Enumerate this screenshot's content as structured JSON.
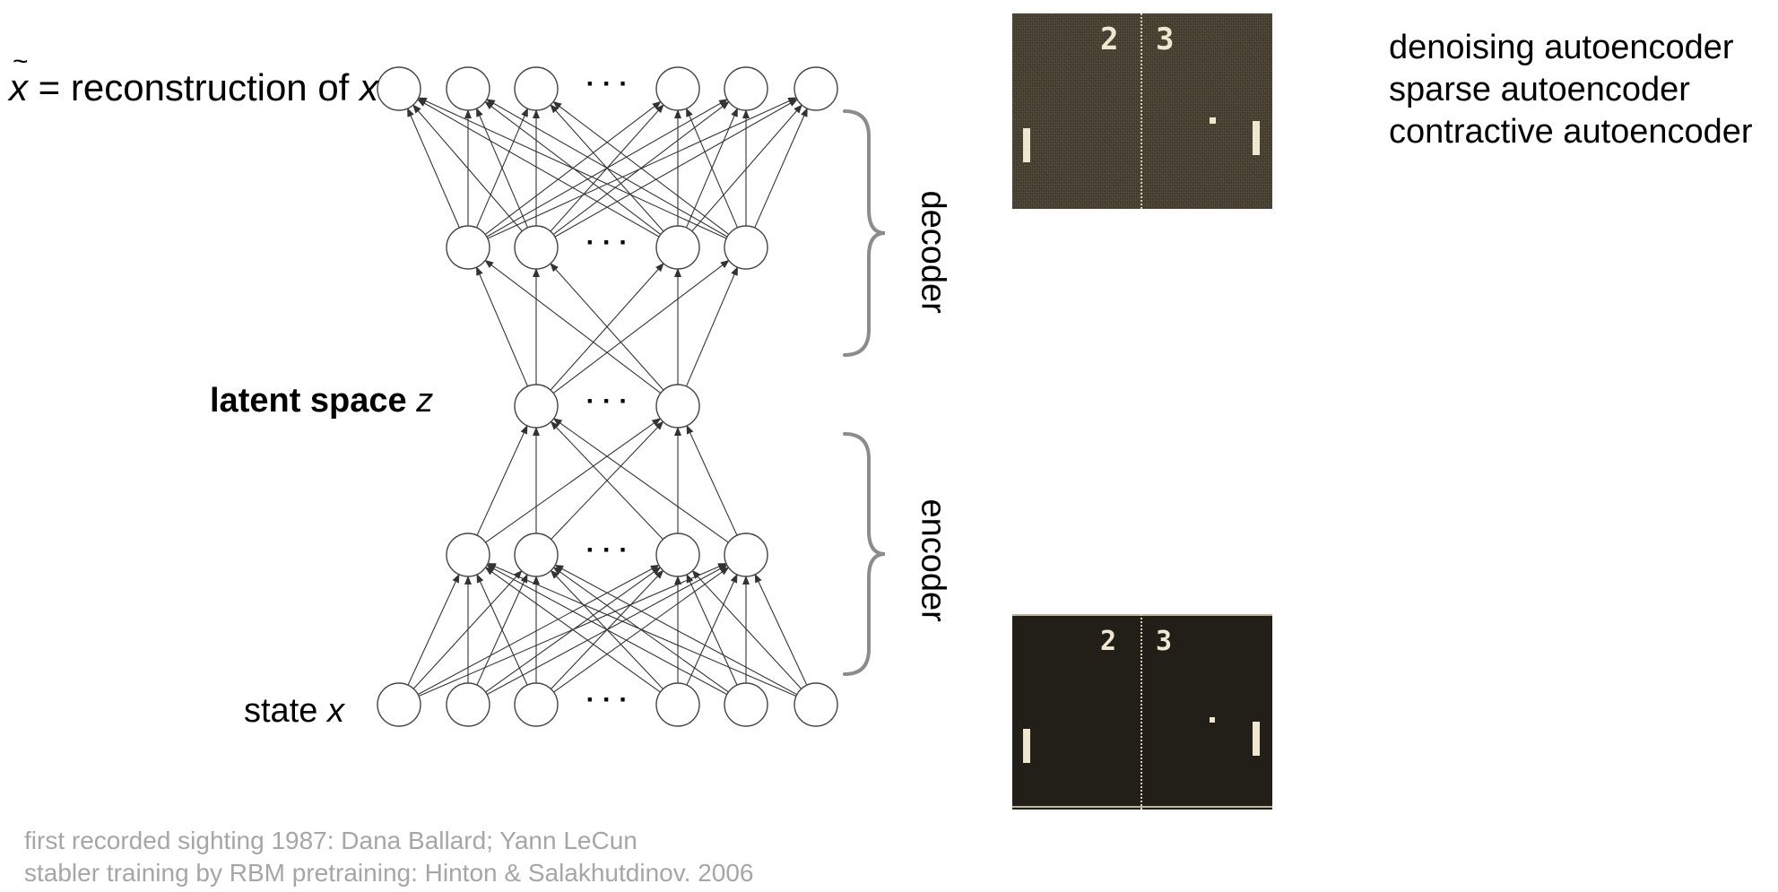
{
  "diagram": {
    "labels": {
      "reconstruction_symbol": "x",
      "reconstruction_text": " = reconstruction of ",
      "reconstruction_var": "x",
      "latent_text": "latent space ",
      "latent_var": "z",
      "state_text": "state ",
      "state_var": "x",
      "decoder": "decoder",
      "encoder": "encoder",
      "ellipsis": "· · ·"
    },
    "colors": {
      "node_stroke": "#444444",
      "edge": "#333333",
      "brace": "#8c8c8c",
      "notes_text": "#a6a6a6"
    }
  },
  "variants": {
    "items": [
      "denoising autoencoder",
      "sparse autoencoder",
      "contractive autoencoder"
    ]
  },
  "screens": {
    "noisy": {
      "score_left": "2",
      "score_right": "3"
    },
    "clean": {
      "score_left": "2",
      "score_right": "3"
    }
  },
  "notes": {
    "line1": "first recorded sighting 1987: Dana Ballard; Yann LeCun",
    "line2": "stabler training by RBM pretraining: Hinton & Salakhutdinov. 2006"
  }
}
